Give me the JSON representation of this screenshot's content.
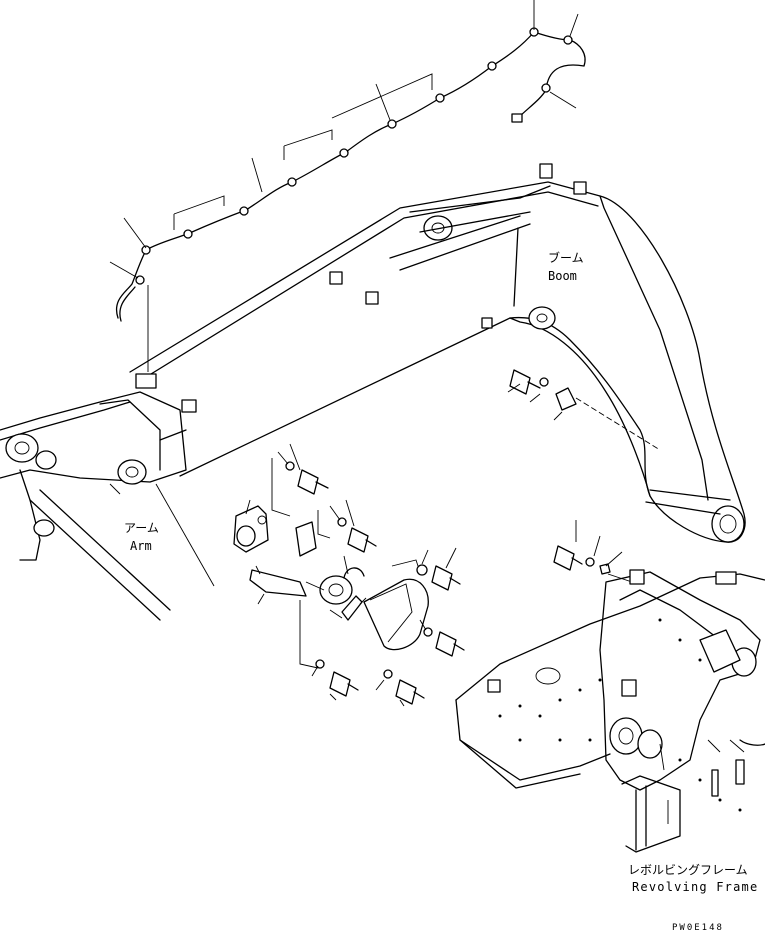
{
  "labels": {
    "boom_jp": "ブーム",
    "boom_en": "Boom",
    "arm_jp": "アーム",
    "arm_en": "Arm",
    "frame_jp": "レボルビングフレーム",
    "frame_en": "Revolving Frame",
    "drawing_code": "PW0E148"
  },
  "icons": {
    "bolt": "bolt-icon",
    "washer": "washer-icon",
    "clamp": "clamp-icon"
  }
}
